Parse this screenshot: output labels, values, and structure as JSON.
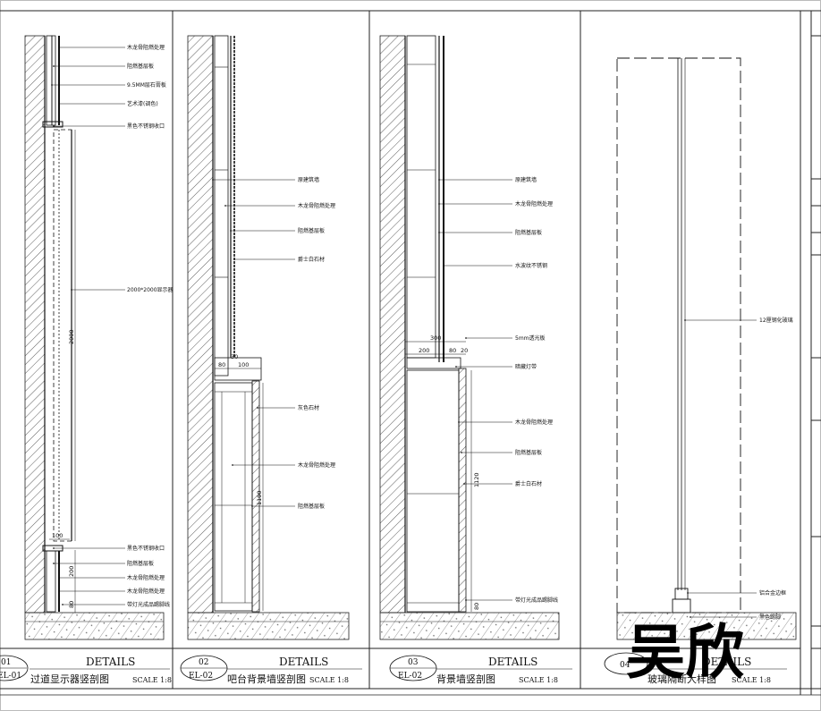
{
  "sheet": {
    "watermark": "吴欣",
    "details_label": "DETAILS"
  },
  "panels": [
    {
      "number": "01",
      "code": "EL-01",
      "title": "过道显示器竖剖图",
      "scale": "SCALE 1:8",
      "labels": [
        "木龙骨阻燃处理",
        "阻燃基层板",
        "9.5MM层石膏板",
        "艺术漆(调色)",
        "黑色不锈钢收口",
        "2000*2000显示器",
        "黑色不锈钢收口",
        "阻燃基层板",
        "木龙骨阻燃处理",
        "木龙骨阻燃处理",
        "带灯光成品踢脚线"
      ],
      "dims": [
        "100",
        "2000",
        "200",
        "80"
      ]
    },
    {
      "number": "02",
      "code": "EL-02",
      "title": "吧台背景墙竖剖图",
      "scale": "SCALE 1:8",
      "labels": [
        "原建筑墙",
        "木龙骨阻燃处理",
        "阻燃基层板",
        "爵士白石材",
        "灰色石材",
        "木龙骨阻燃处理",
        "阻燃基层板"
      ],
      "dims": [
        "80",
        "100",
        "30",
        "1100"
      ]
    },
    {
      "number": "03",
      "code": "EL-02",
      "title": "背景墙竖剖图",
      "scale": "SCALE 1:8",
      "labels": [
        "原建筑墙",
        "木龙骨阻燃处理",
        "阻燃基层板",
        "水波纹不锈钢",
        "5mm透光板",
        "暗藏灯带",
        "木龙骨阻燃处理",
        "阻燃基层板",
        "爵士白石材",
        "带灯光成品踢脚线"
      ],
      "dims": [
        "300",
        "200",
        "80",
        "20",
        "1120",
        "80"
      ]
    },
    {
      "number": "04",
      "title": "玻璃隔断大样图",
      "scale": "SCALE 1:8",
      "labels": [
        "12厘钢化玻璃",
        "铝合金边框",
        "黑色踢脚"
      ]
    }
  ]
}
